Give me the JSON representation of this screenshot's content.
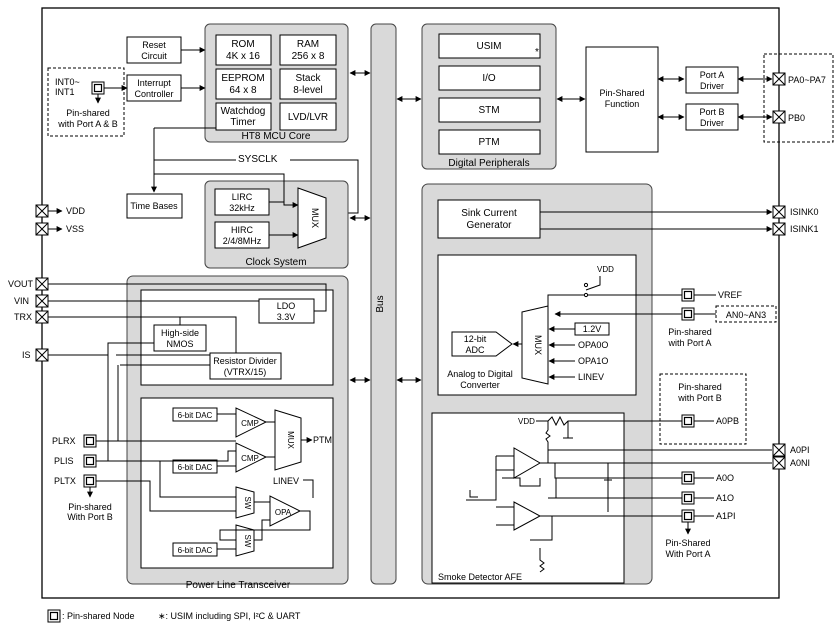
{
  "blocks": {
    "reset_circuit": [
      "Reset",
      "Circuit"
    ],
    "interrupt_controller": [
      "Interrupt",
      "Controller"
    ],
    "rom": [
      "ROM",
      "4K x 16"
    ],
    "ram": [
      "RAM",
      "256 x 8"
    ],
    "eeprom": [
      "EEPROM",
      "64 x 8"
    ],
    "stack": [
      "Stack",
      "8-level"
    ],
    "watchdog": [
      "Watchdog",
      "Timer"
    ],
    "lvd": "LVD/LVR",
    "mcu_core": "HT8 MCU Core",
    "sysclk": "SYSCLK",
    "time_bases": "Time Bases",
    "lirc": [
      "LIRC",
      "32kHz"
    ],
    "hirc": [
      "HIRC",
      "2/4/8MHz"
    ],
    "clock_mux": "MUX",
    "clock_system": "Clock System",
    "bus": "Bus",
    "usim": "USIM",
    "usim_star": "*",
    "io": "I/O",
    "stm": "STM",
    "ptm": "PTM",
    "digital_peripherals": "Digital Peripherals",
    "pin_shared_function": [
      "Pin-Shared",
      "Function"
    ],
    "port_a_driver": [
      "Port A",
      "Driver"
    ],
    "port_b_driver": [
      "Port B",
      "Driver"
    ],
    "sink_current": [
      "Sink Current",
      "Generator"
    ],
    "ldo": [
      "LDO",
      "3.3V"
    ],
    "highside": [
      "High-side",
      "NMOS"
    ],
    "resistor_divider": [
      "Resistor Divider",
      "(VTRX/15)"
    ],
    "dac1": "6-bit DAC",
    "dac2": "6-bit DAC",
    "dac3": "6-bit DAC",
    "cmp1": "CMP",
    "cmp2": "CMP",
    "plt_mux": "MUX",
    "ptm_out": "PTM",
    "linev": "LINEV",
    "sw1": "SW",
    "sw2": "SW",
    "opa": "OPA",
    "power_line_transceiver": "Power Line Transceiver",
    "vdd_switch": "VDD",
    "vref": "VREF",
    "an0_an3": "AN0~AN3",
    "pin_shared_port_a_1": [
      "Pin-shared",
      "with Port A"
    ],
    "adc": [
      "12-bit",
      "ADC"
    ],
    "adc_mux": "MUX",
    "v12": "1.2V",
    "opa0o": "OPA0O",
    "opa1o": "OPA1O",
    "adc_linev": "LINEV",
    "analog_to_digital": [
      "Analog to Digital",
      "Converter"
    ],
    "pin_shared_port_b": [
      "Pin-shared",
      "with Port B"
    ],
    "a0pb": "A0PB",
    "afe_vdd": "VDD",
    "smoke_detector": "Smoke Detector AFE",
    "a0o": "A0O",
    "a1o": "A1O",
    "a1pi": "A1PI",
    "pin_shared_port_a_2": [
      "Pin-Shared",
      "With Port A"
    ]
  },
  "pins": {
    "int0_int1": [
      "INT0~",
      "INT1"
    ],
    "int_pin_shared": [
      "Pin-shared",
      "with Port A & B"
    ],
    "pa": "PA0~PA7",
    "pb0": "PB0",
    "vdd": "VDD",
    "vss": "VSS",
    "isink0": "ISINK0",
    "isink1": "ISINK1",
    "vout": "VOUT",
    "vin": "VIN",
    "trx": "TRX",
    "is": "IS",
    "plrx": "PLRX",
    "plis": "PLIS",
    "pltx": "PLTX",
    "pl_pin_shared": [
      "Pin-shared",
      "With Port B"
    ],
    "a0pi": "A0PI",
    "a0ni": "A0NI"
  },
  "legend": {
    "pin_shared_node": ": Pin-shared Node",
    "usim_note": "∗: USIM including SPI, I²C & UART"
  }
}
